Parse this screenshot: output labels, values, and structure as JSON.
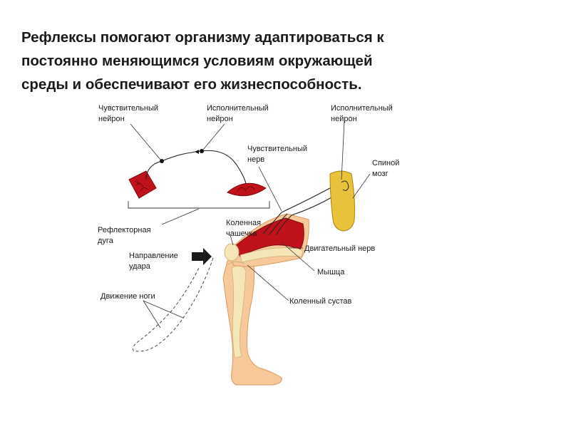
{
  "heading": {
    "line1": "Рефлексы помогают организму адаптироваться к",
    "line2": "постоянно меняющимся условиям окружающей",
    "line3": "среды и обеспечивают его жизнеспособность."
  },
  "diagram": {
    "labels": {
      "sensory_neuron_l1": "Чувствительный",
      "sensory_neuron_l2": "нейрон",
      "motor_neuron_left_l1": "Исполнительный",
      "motor_neuron_left_l2": "нейрон",
      "motor_neuron_right_l1": "Исполнительный",
      "motor_neuron_right_l2": "нейрон",
      "sensory_nerve_l1": "Чувствительный",
      "sensory_nerve_l2": "нерв",
      "spinal_cord_l1": "Спиной",
      "spinal_cord_l2": "мозг",
      "reflex_arc_l1": "Рефлекторная",
      "reflex_arc_l2": "дуга",
      "kneecap_l1": "Коленная",
      "kneecap_l2": "чашечка",
      "strike_direction_l1": "Направление",
      "strike_direction_l2": "удара",
      "motor_nerve": "Двигательный нерв",
      "muscle": "Мышца",
      "leg_movement": "Движение ноги",
      "knee_joint": "Коленный сустав"
    },
    "colors": {
      "muscle_red": "#c0121a",
      "skin": "#f7c99a",
      "skin_outline": "#d89a62",
      "bone": "#f5e6b8",
      "spinal_cord": "#e8c23a",
      "arrow": "#1a1a1a",
      "line": "#222222"
    }
  }
}
